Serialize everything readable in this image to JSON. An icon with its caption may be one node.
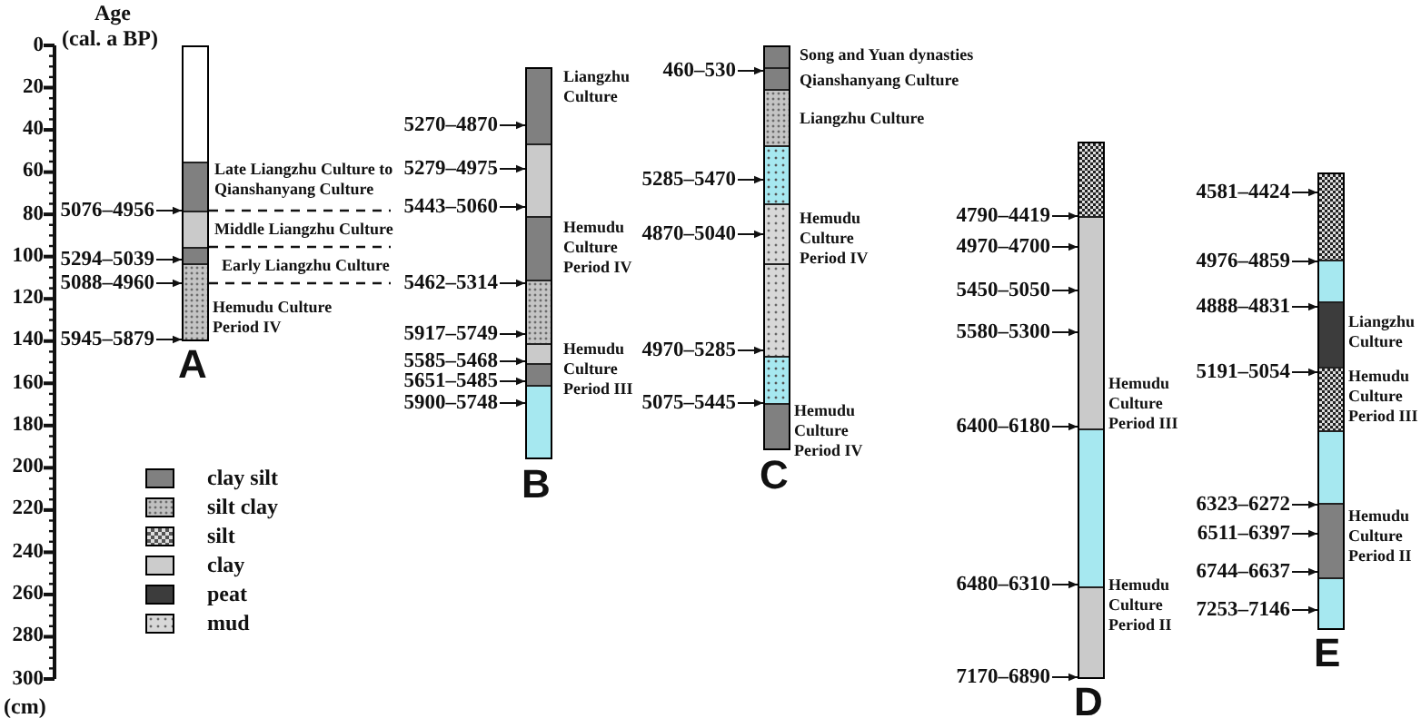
{
  "diagram": {
    "nodes": [
      {
        "text": [
          "A"
        ],
        "beside": [
          "Late Liangzhu Culture to Qianshanyang Culture",
          "Middle Liangzhu Culture",
          "Early Liangzhu Culture",
          "Hemudu Culture Period IV"
        ]
      },
      {
        "text": [
          "B"
        ],
        "beside": [
          "Liangzhu Culture",
          "Hemudu Culture Period IV",
          "Hemudu Culture Period III"
        ]
      },
      {
        "text": [
          "C"
        ],
        "beside": [
          "Song and Yuan dynasties",
          "Qianshanyang Culture",
          "Liangzhu Culture",
          "Hemudu Culture Period IV",
          "Hemudu Culture Period IV"
        ]
      },
      {
        "text": [
          "D"
        ],
        "beside": [
          "Hemudu Culture Period III",
          "Hemudu Culture Period II"
        ]
      },
      {
        "text": [
          "E"
        ],
        "beside": [
          "Liangzhu Culture",
          "Hemudu Culture Period III",
          "Hemudu Culture Period II"
        ]
      },
      {
        "text": [
          "5076–4956"
        ]
      },
      {
        "text": [
          "5294–5039"
        ]
      },
      {
        "text": [
          "5088–4960"
        ]
      },
      {
        "text": [
          "5945–5879"
        ]
      },
      {
        "text": [
          "5270–4870"
        ]
      },
      {
        "text": [
          "5279–4975"
        ]
      },
      {
        "text": [
          "5443–5060"
        ]
      },
      {
        "text": [
          "5462–5314"
        ]
      },
      {
        "text": [
          "5917–5749"
        ]
      },
      {
        "text": [
          "5585–5468"
        ]
      },
      {
        "text": [
          "5651–5485"
        ]
      },
      {
        "text": [
          "5900–5748"
        ]
      },
      {
        "text": [
          "460–530"
        ]
      },
      {
        "text": [
          "5285–5470"
        ]
      },
      {
        "text": [
          "4870–5040"
        ]
      },
      {
        "text": [
          "4970–5285"
        ]
      },
      {
        "text": [
          "5075–5445"
        ]
      },
      {
        "text": [
          "4790–4419"
        ]
      },
      {
        "text": [
          "4970–4700"
        ]
      },
      {
        "text": [
          "5450–5050"
        ]
      },
      {
        "text": [
          "5580–5300"
        ]
      },
      {
        "text": [
          "6400–6180"
        ]
      },
      {
        "text": [
          "6480–6310"
        ]
      },
      {
        "text": [
          "7170–6890"
        ]
      },
      {
        "text": [
          "4581–4424"
        ]
      },
      {
        "text": [
          "4976–4859"
        ]
      },
      {
        "text": [
          "4888–4831"
        ]
      },
      {
        "text": [
          "5191–5054"
        ]
      },
      {
        "text": [
          "6323–6272"
        ]
      },
      {
        "text": [
          "6511–6397"
        ]
      },
      {
        "text": [
          "6744–6637"
        ]
      },
      {
        "text": [
          "7253–7146"
        ]
      }
    ],
    "edges": [
      {
        "from": 5,
        "to": 0,
        "arrow": "to"
      },
      {
        "from": 6,
        "to": 0,
        "arrow": "to"
      },
      {
        "from": 7,
        "to": 0,
        "arrow": "to"
      },
      {
        "from": 8,
        "to": 0,
        "arrow": "to"
      },
      {
        "from": 9,
        "to": 1,
        "arrow": "to"
      },
      {
        "from": 10,
        "to": 1,
        "arrow": "to"
      },
      {
        "from": 11,
        "to": 1,
        "arrow": "to"
      },
      {
        "from": 12,
        "to": 1,
        "arrow": "to"
      },
      {
        "from": 13,
        "to": 1,
        "arrow": "to"
      },
      {
        "from": 14,
        "to": 1,
        "arrow": "to"
      },
      {
        "from": 15,
        "to": 1,
        "arrow": "to"
      },
      {
        "from": 16,
        "to": 1,
        "arrow": "to"
      },
      {
        "from": 17,
        "to": 2,
        "arrow": "to"
      },
      {
        "from": 18,
        "to": 2,
        "arrow": "to"
      },
      {
        "from": 19,
        "to": 2,
        "arrow": "to"
      },
      {
        "from": 20,
        "to": 2,
        "arrow": "to"
      },
      {
        "from": 21,
        "to": 2,
        "arrow": "to"
      },
      {
        "from": 22,
        "to": 3,
        "arrow": "to"
      },
      {
        "from": 23,
        "to": 3,
        "arrow": "to"
      },
      {
        "from": 24,
        "to": 3,
        "arrow": "to"
      },
      {
        "from": 25,
        "to": 3,
        "arrow": "to"
      },
      {
        "from": 26,
        "to": 3,
        "arrow": "to"
      },
      {
        "from": 27,
        "to": 3,
        "arrow": "to"
      },
      {
        "from": 28,
        "to": 3,
        "arrow": "to"
      },
      {
        "from": 29,
        "to": 4,
        "arrow": "to"
      },
      {
        "from": 30,
        "to": 4,
        "arrow": "to"
      },
      {
        "from": 31,
        "to": 4,
        "arrow": "to"
      },
      {
        "from": 32,
        "to": 4,
        "arrow": "to"
      },
      {
        "from": 33,
        "to": 4,
        "arrow": "to"
      },
      {
        "from": 34,
        "to": 4,
        "arrow": "to"
      },
      {
        "from": 35,
        "to": 4,
        "arrow": "to"
      },
      {
        "from": 36,
        "to": 4,
        "arrow": "to"
      }
    ],
    "labels": [
      "Age",
      "(cal. a BP)",
      "0",
      "20",
      "40",
      "60",
      "80",
      "100",
      "120",
      "140",
      "160",
      "180",
      "200",
      "220",
      "240",
      "260",
      "280",
      "300",
      "(cm)"
    ],
    "legend": [
      {
        "text": "clay silt",
        "color": "#808080"
      },
      {
        "text": "silt clay",
        "color": "#c0c0c0"
      },
      {
        "text": "silt",
        "color": "#555555"
      },
      {
        "text": "clay",
        "color": "#cccccc"
      },
      {
        "text": "peat",
        "color": "#3c3c3c"
      },
      {
        "text": "mud",
        "color": "#d8d8d8"
      }
    ]
  }
}
